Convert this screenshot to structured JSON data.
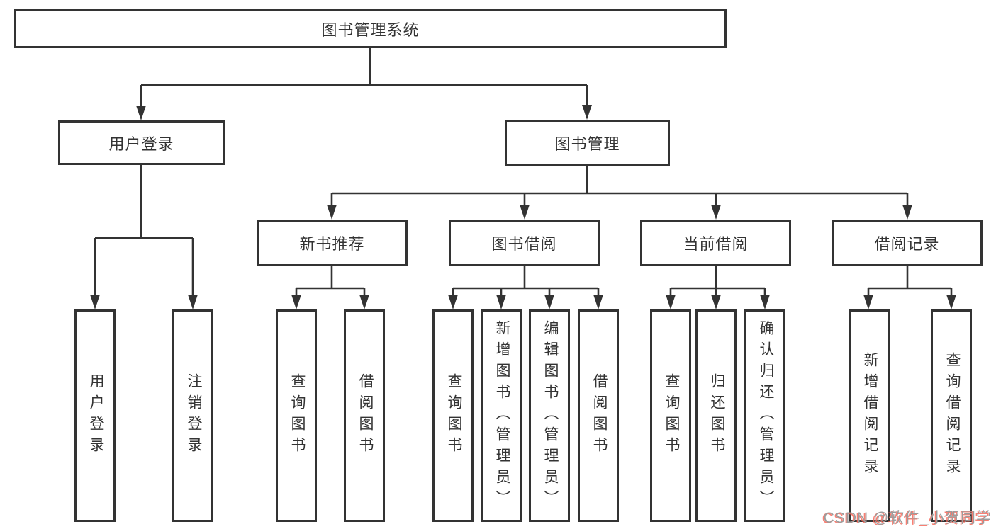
{
  "diagram": {
    "title": "图书管理系统",
    "nodes": {
      "root": {
        "label": "图书管理系统"
      },
      "user_login": {
        "label": "用户登录"
      },
      "book_mgmt": {
        "label": "图书管理"
      },
      "new_rec": {
        "label": "新书推荐"
      },
      "book_borrow": {
        "label": "图书借阅"
      },
      "current_borrow": {
        "label": "当前借阅"
      },
      "borrow_record": {
        "label": "借阅记录"
      },
      "leaf_user_login": {
        "label": "用户登录"
      },
      "leaf_logout": {
        "label": "注销登录"
      },
      "leaf_rec_query": {
        "label": "查询图书"
      },
      "leaf_rec_borrow": {
        "label": "借阅图书"
      },
      "leaf_bb_query": {
        "label": "查询图书"
      },
      "leaf_bb_add": {
        "label": "新增图书（管理员）"
      },
      "leaf_bb_edit": {
        "label": "编辑图书（管理员）"
      },
      "leaf_bb_borrow": {
        "label": "借阅图书"
      },
      "leaf_cb_query": {
        "label": "查询图书"
      },
      "leaf_cb_return": {
        "label": "归还图书"
      },
      "leaf_cb_confirm": {
        "label": "确认归还（管理员）"
      },
      "leaf_br_add": {
        "label": "新增借阅记录"
      },
      "leaf_br_query": {
        "label": "查询借阅记录"
      }
    },
    "edges": [
      {
        "from": "root",
        "to": [
          "user_login",
          "book_mgmt"
        ]
      },
      {
        "from": "user_login",
        "to": [
          "leaf_user_login",
          "leaf_logout"
        ]
      },
      {
        "from": "book_mgmt",
        "to": [
          "new_rec",
          "book_borrow",
          "current_borrow",
          "borrow_record"
        ]
      },
      {
        "from": "new_rec",
        "to": [
          "leaf_rec_query",
          "leaf_rec_borrow"
        ]
      },
      {
        "from": "book_borrow",
        "to": [
          "leaf_bb_query",
          "leaf_bb_add",
          "leaf_bb_edit",
          "leaf_bb_borrow"
        ]
      },
      {
        "from": "current_borrow",
        "to": [
          "leaf_cb_query",
          "leaf_cb_return",
          "leaf_cb_confirm"
        ]
      },
      {
        "from": "borrow_record",
        "to": [
          "leaf_br_add",
          "leaf_br_query"
        ]
      }
    ],
    "colors": {
      "line": "#333333",
      "box_border": "#333333",
      "text": "#333333",
      "background": "#ffffff"
    }
  },
  "watermark": {
    "text": "CSDN @软件_小贺同学"
  }
}
